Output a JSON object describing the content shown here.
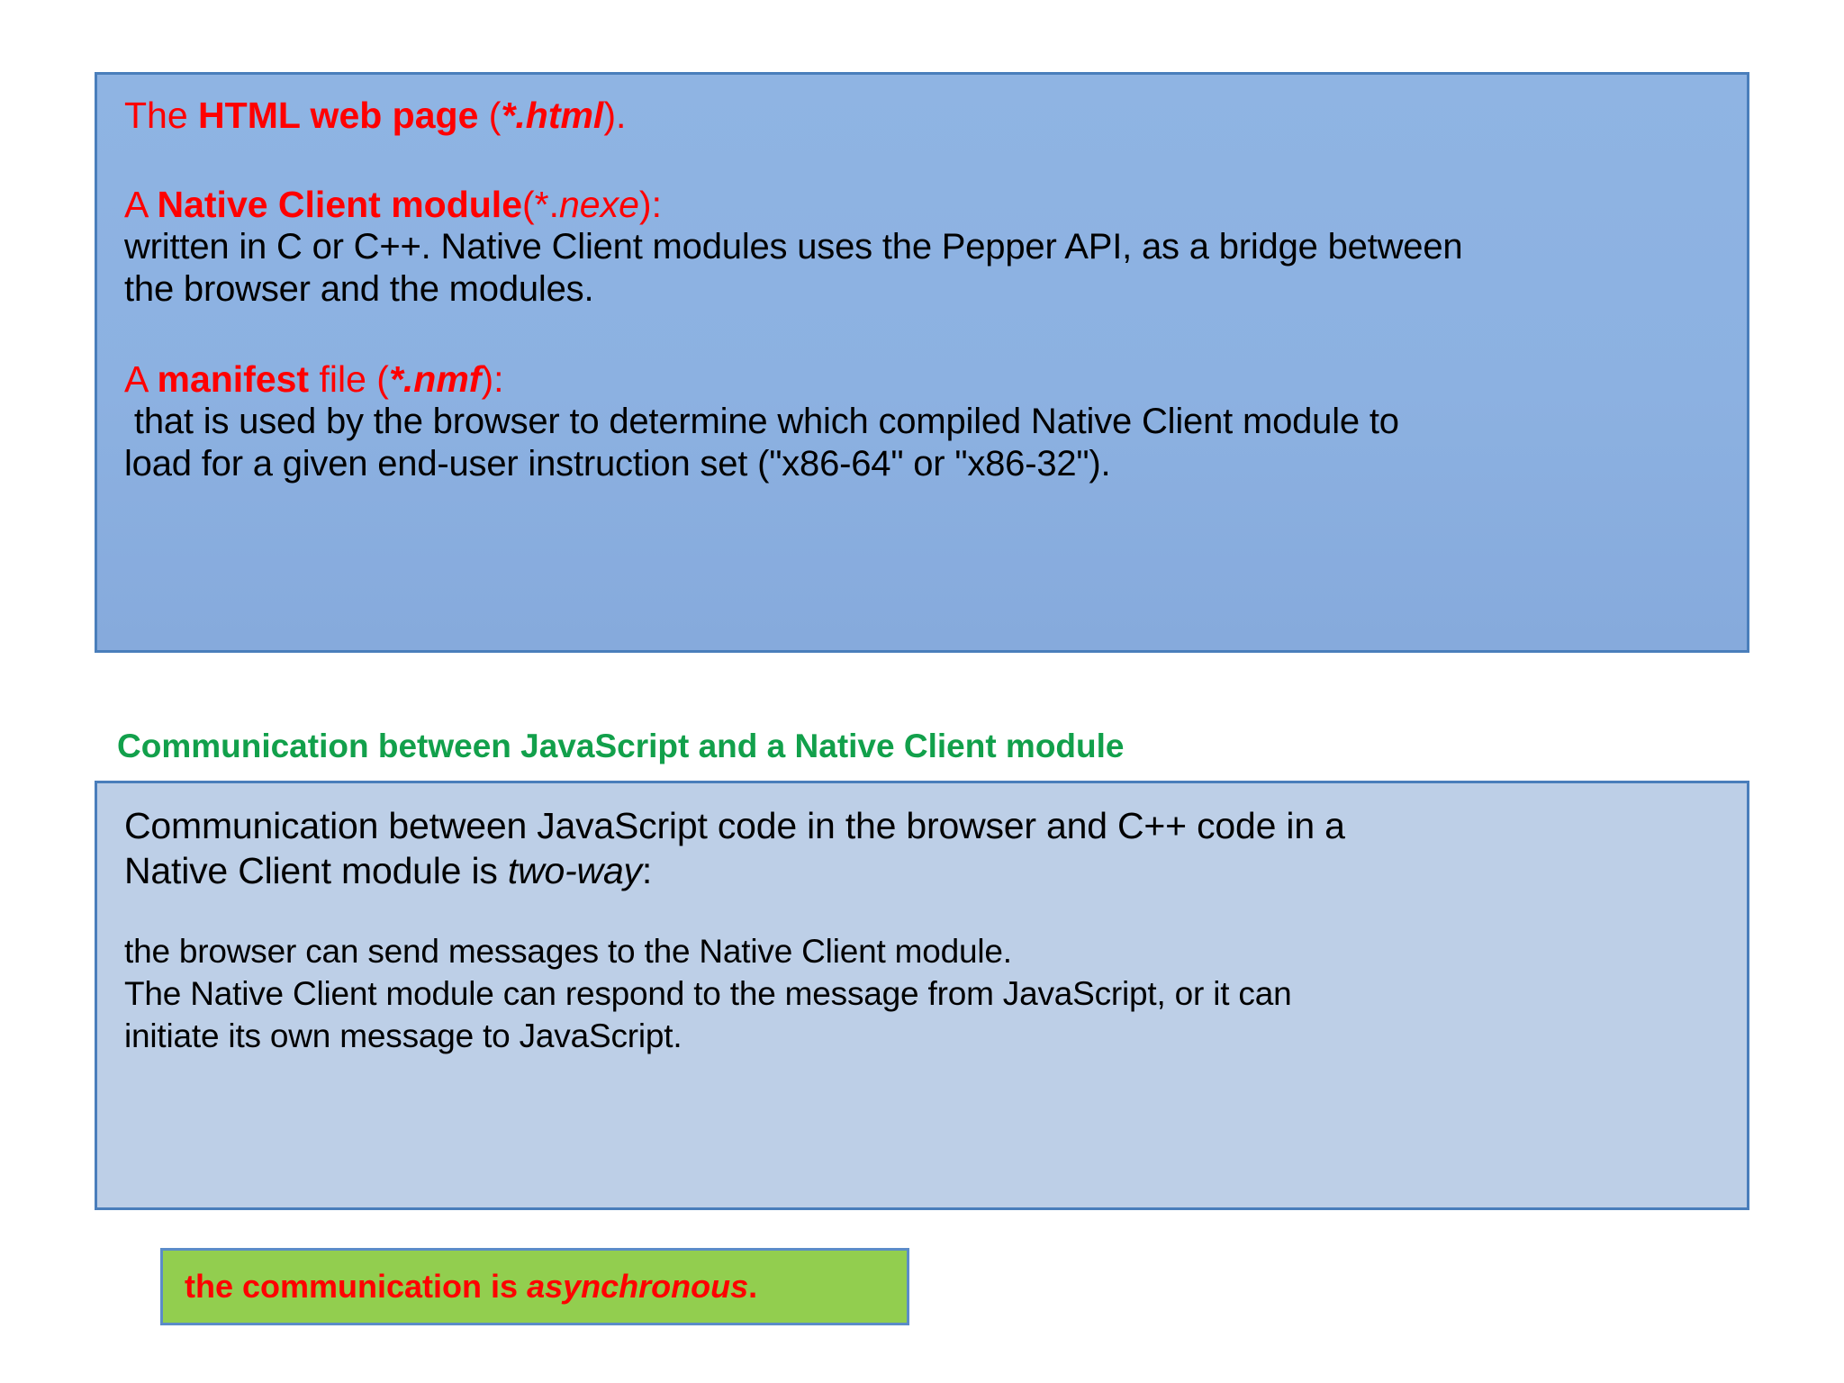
{
  "colors": {
    "box_fill_dark_blue": "#8CB1E1",
    "box_fill_light_blue": "#BDCFE7",
    "box_border_blue": "#4A7EBB",
    "accent_red": "#FF0000",
    "accent_green_text": "#12A04B",
    "callout_green_fill": "#92CE4F",
    "callout_border": "#5B8CC8",
    "body_text": "#000000",
    "page_background": "#FFFFFF"
  },
  "files_box": {
    "html_entry": {
      "prefix": "The ",
      "bold": "HTML web page",
      "mid": " (",
      "italic": "*.html",
      "suffix": ")."
    },
    "nexe_entry": {
      "prefix": "A ",
      "bold": "Native Client module",
      "mid": "(*.",
      "italic": "nexe",
      "suffix": "):",
      "body_line1": "written in C or C++. Native Client modules uses the Pepper API, as a bridge between",
      "body_line2": "the browser and the modules."
    },
    "nmf_entry": {
      "prefix": "A ",
      "bold": "manifest",
      "mid": " file (",
      "italic": "*.nmf",
      "suffix": "):",
      "body_line1": " that is used by the browser to determine which compiled Native Client module to",
      "body_line2": "load for a given end-user instruction set (\"x86-64\" or \"x86-32\")."
    }
  },
  "comm_heading": "Communication between JavaScript and a Native Client module",
  "comm_box": {
    "intro_line1": "Communication between JavaScript code in the browser and C++ code in a",
    "intro_line2_prefix": "Native Client module is ",
    "intro_line2_italic": "two-way",
    "intro_line2_suffix": ":",
    "detail_line1": "the browser can send messages to the Native Client module.",
    "detail_line2": "The Native Client module can respond to the message from JavaScript, or it can",
    "detail_line3": "initiate its own message to JavaScript."
  },
  "async_callout": {
    "prefix": "the communication is ",
    "italic": "asynchronous",
    "suffix": "."
  }
}
